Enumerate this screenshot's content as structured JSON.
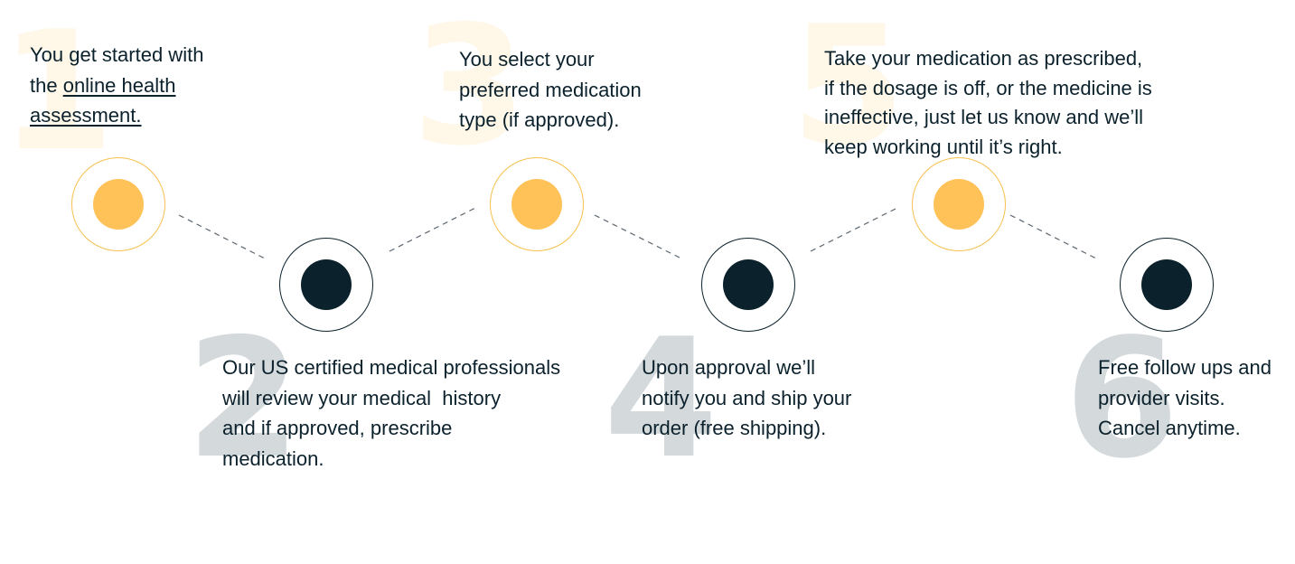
{
  "colors": {
    "navy": "#0b212c",
    "gold_dot": "#fec258",
    "gold_ring": "#f6c04e",
    "faint_gold_number": "#fff7e8",
    "gray_number": "#d4d9dc",
    "dashed_line": "#5b6670"
  },
  "steps": [
    {
      "number": "1",
      "lines": [
        "You get started with",
        "the ",
        "assessment."
      ],
      "link_text": "online health",
      "link_line2": "assessment.",
      "node": "gold"
    },
    {
      "number": "2",
      "lines": [
        "Our US certified medical professionals",
        "will review your medical  history",
        "and if approved, prescribe",
        "medication."
      ],
      "node": "navy"
    },
    {
      "number": "3",
      "lines": [
        "You select your",
        "preferred medication",
        "type (if approved)."
      ],
      "node": "gold"
    },
    {
      "number": "4",
      "lines": [
        "Upon approval we’ll",
        "notify you and ship your",
        "order (free shipping)."
      ],
      "node": "navy"
    },
    {
      "number": "5",
      "lines": [
        "Take your medication as prescribed,",
        "if the dosage is off, or the medicine is",
        "ineffective, just let us know and we’ll",
        "keep working until it’s right."
      ],
      "node": "gold"
    },
    {
      "number": "6",
      "lines": [
        "Free follow ups and",
        "provider visits.",
        "Cancel anytime."
      ],
      "node": "navy"
    }
  ]
}
